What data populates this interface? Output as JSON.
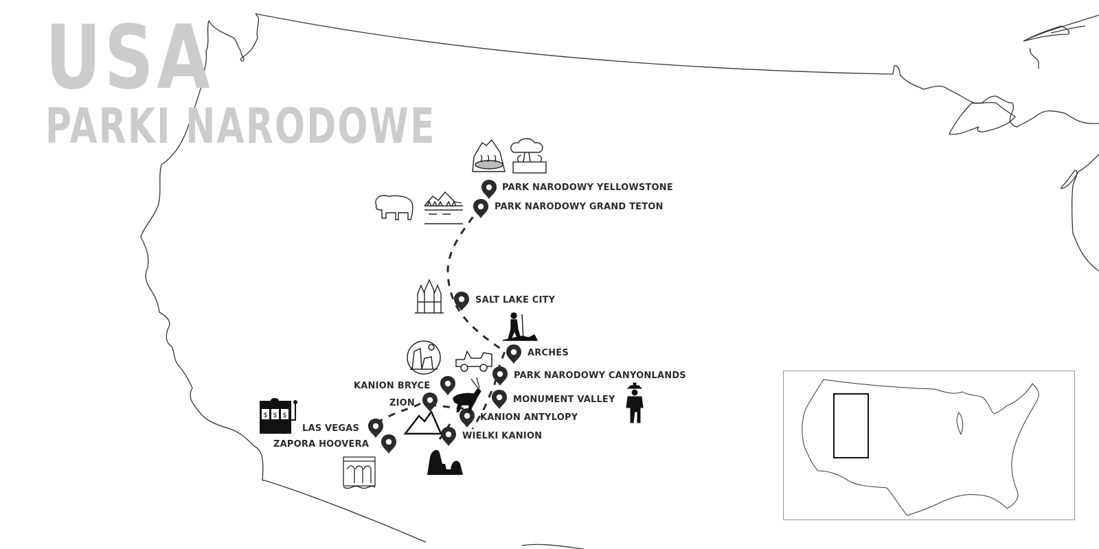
{
  "title": {
    "main": "USA",
    "subtitle": "PARKI NARODOWE"
  },
  "colors": {
    "title": "#cccccc",
    "pin": "#2b2b2b",
    "label": "#2b2b2b",
    "outline": "#333333",
    "inset_border": "#999999"
  },
  "locations": [
    {
      "id": "yellowstone",
      "label": "PARK NARODOWY YELLOWSTONE",
      "icons": [
        "hot-spring-icon",
        "geyser-icon"
      ]
    },
    {
      "id": "grand-teton",
      "label": "PARK NARODOWY GRAND TETON",
      "icons": [
        "bison-icon",
        "mountain-lake-icon"
      ]
    },
    {
      "id": "salt-lake-city",
      "label": "SALT LAKE CITY",
      "icons": [
        "temple-icon"
      ]
    },
    {
      "id": "arches",
      "label": "ARCHES",
      "icons": [
        "hiker-icon"
      ]
    },
    {
      "id": "canyonlands",
      "label": "PARK NARODOWY CANYONLANDS",
      "icons": [
        "jeep-icon",
        "mesa-circle-icon"
      ]
    },
    {
      "id": "monument-valley",
      "label": "MONUMENT VALLEY",
      "icons": [
        "cowboy-icon"
      ]
    },
    {
      "id": "bryce",
      "label": "KANION BRYCE",
      "icons": [
        "antelope-icon"
      ]
    },
    {
      "id": "zion",
      "label": "ZION",
      "icons": [
        "mountain-icon"
      ]
    },
    {
      "id": "antelope",
      "label": "KANION ANTYLOPY",
      "icons": []
    },
    {
      "id": "grand-canyon",
      "label": "WIELKI KANION",
      "icons": [
        "butte-icon"
      ]
    },
    {
      "id": "las-vegas",
      "label": "LAS VEGAS",
      "icons": [
        "slot-machine-icon"
      ]
    },
    {
      "id": "hoover",
      "label": "ZAPORA HOOVERA",
      "icons": [
        "dam-icon"
      ]
    }
  ],
  "inset": {
    "description": "USA overview map with highlighted region"
  }
}
